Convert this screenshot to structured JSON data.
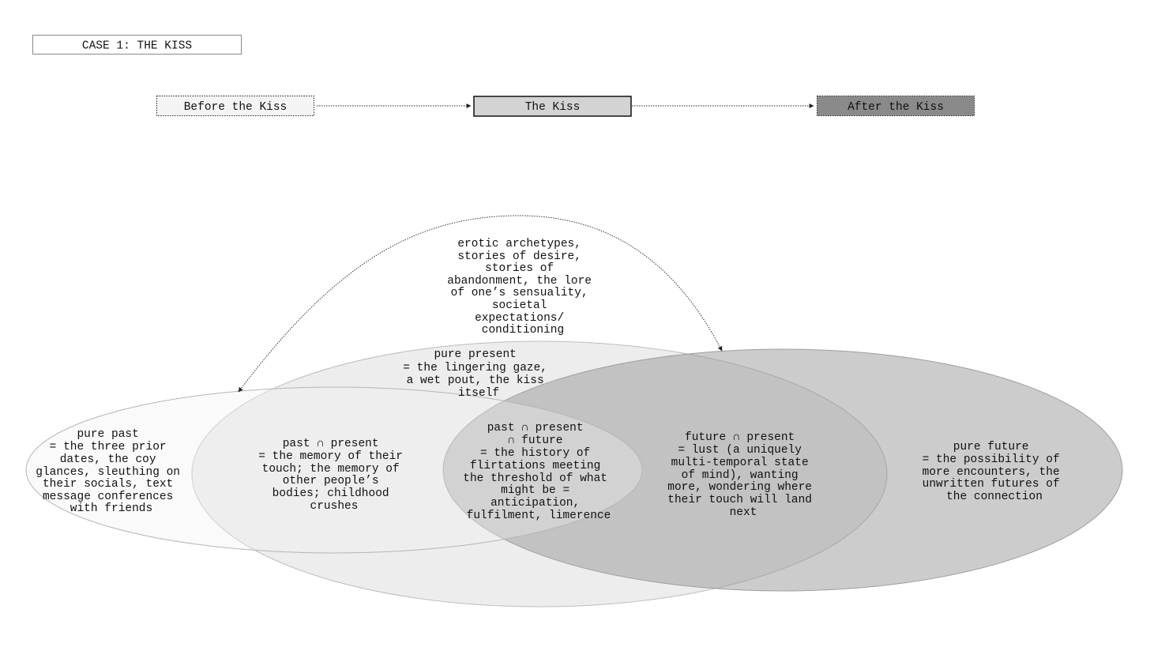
{
  "title": "CASE 1: THE KISS",
  "timeline": {
    "before": "Before the Kiss",
    "kiss": "The Kiss",
    "after": "After the Kiss"
  },
  "archetypes": [
    "erotic archetypes,",
    "stories of desire,",
    "stories of",
    "abandonment, the lore",
    "of one’s sensuality,",
    "societal",
    "expectations/",
    "conditioning"
  ],
  "regions": {
    "pure_present": [
      "pure present",
      "= the lingering gaze,",
      "a wet pout, the kiss",
      "itself"
    ],
    "pure_past": [
      "pure past",
      "= the three prior",
      "dates, the coy",
      "glances, sleuthing on",
      "their socials, text",
      "message conferences",
      "with friends"
    ],
    "past_present": [
      "past ∩ present",
      "= the memory of their",
      "touch; the memory of",
      "other people’s",
      "bodies; childhood",
      "crushes"
    ],
    "past_present_future": [
      "past ∩ present",
      "∩ future",
      "= the history of",
      "flirtations meeting",
      "the threshold of what",
      "might be =",
      "anticipation,",
      "fulfilment, limerence"
    ],
    "future_present": [
      "future ∩ present",
      "= lust (a uniquely",
      "multi-temporal state",
      "of mind), wanting",
      "more, wondering where",
      "their touch will land",
      "next"
    ],
    "pure_future": [
      "pure future",
      "= the possibility of",
      "more encounters, the",
      "unwritten futures of",
      "the connection"
    ]
  },
  "colors": {
    "before_fill": "#f4f4f4",
    "kiss_fill": "#d3d3d3",
    "after_fill": "#8a8a8a",
    "present_fill": "#e6e6e6",
    "past_fill": "#f6f6f6",
    "future_fill": "#b2b2b2",
    "stroke": "#222222"
  }
}
